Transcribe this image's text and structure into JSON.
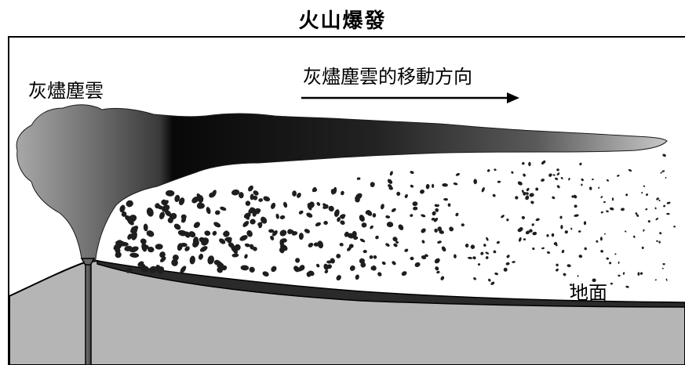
{
  "title": "火山爆發",
  "labels": {
    "ash_cloud": "灰燼塵雲",
    "movement_direction": "灰燼塵雲的移動方向",
    "ground": "地面"
  },
  "colors": {
    "ground_fill": "#b5b5b5",
    "ash_layer": "#2a2a2a",
    "particles": "#1e1e1e",
    "cloud_dark": "#0a0a0a",
    "cloud_light": "#8c8c8c"
  }
}
